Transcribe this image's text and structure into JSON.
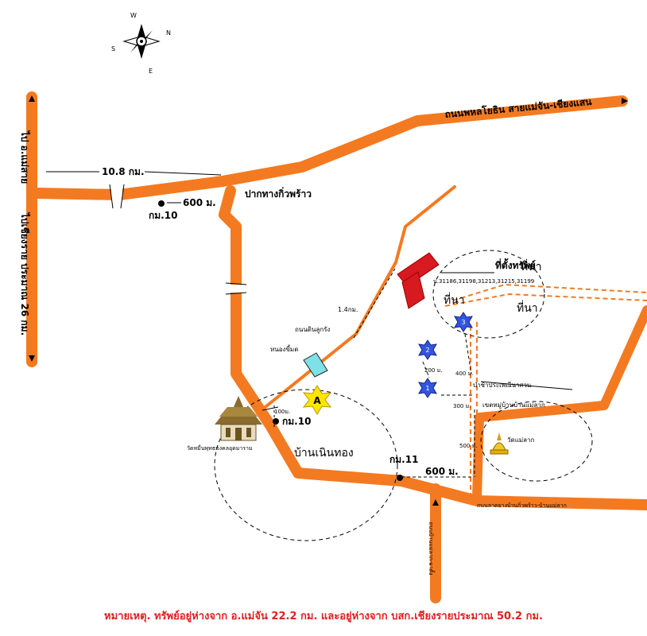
{
  "compass": {
    "n": "N",
    "e": "E",
    "s": "S",
    "w": "W",
    "icon": "compass-rose-icon"
  },
  "roads": {
    "phahonyothin": "ถนนพหลโยธิน สายแม่จัน-เชียงแสน",
    "to_mae_sai": "ไป อ.แม่สาย",
    "to_chiang_rai": "ไปเชียงราย ประมาณ 26 กม.",
    "junction": "ปากทางกิ่วพร้าว",
    "lukrang": "ถนนดินลูกรัง",
    "bottom_road": "ถนนลาดยางบ้านกิ่วพร้าว-บ้านแม่ลาก",
    "south_road": "ถนนบ้านแม่ลาก-ผาตั้ง"
  },
  "distances": {
    "d108": "10.8 กม.",
    "d600_top": "600 ม.",
    "d14": "1.4กม.",
    "d100": "100ม.",
    "d200": "200 ม.",
    "d400": "400 ม.",
    "d300": "300 ม.",
    "d500": "500 ม.",
    "d600_bottom": "600 ม."
  },
  "km_markers": {
    "km10_top": "กม.10",
    "km10_mid": "กม.10",
    "km11": "กม.11"
  },
  "places": {
    "nong_khem": "หนองขี้มด",
    "temple_left": "วัดหมื่นพุทธมงคลอุดมาราม",
    "ban_noen_thong": "บ้านเนินทอง",
    "ban_mae_lak_boundary": "เขตหมู่บ้านบ้านแม่ลาก",
    "wat_mae_lak": "วัดแม่ลาก",
    "cemetery": "ป่าช้าประเพณีนาสวน",
    "field1": "ที่นา",
    "field2": "ที่นา",
    "field3": "ที่นา"
  },
  "property": {
    "label": "ที่ตั้งทรัพย์",
    "deeds": "น.31186,31198,31213,31215,31199"
  },
  "markers": {
    "a": "A",
    "m1": "1",
    "m2": "2",
    "m3": "3"
  },
  "colors": {
    "road": "#f47a21",
    "property": "#d71920",
    "marker_blue": "#3355dd",
    "marker_yellow": "#ffe600",
    "pond": "#7fe0e8",
    "note": "#e01e1e"
  },
  "note": "หมายเหตุ.  ทรัพย์อยู่ห่างจาก อ.แม่จัน 22.2 กม.  และอยู่ห่างจาก บสก.เชียงรายประมาณ  50.2 กม."
}
